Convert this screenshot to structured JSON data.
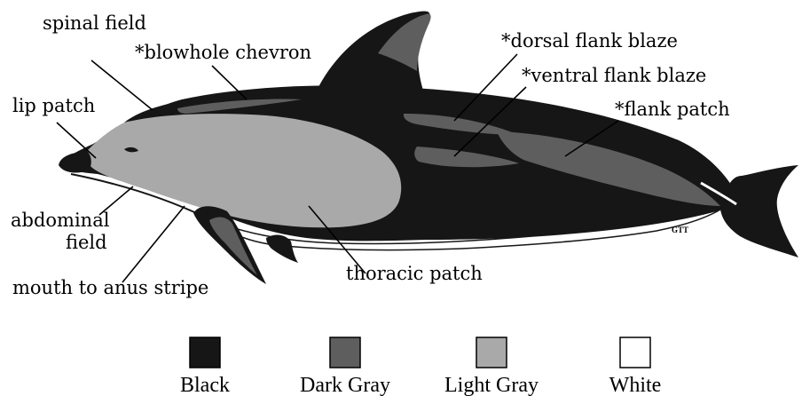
{
  "colors": {
    "black": "#161616",
    "dark_gray": "#5e5e5e",
    "light_gray": "#a9a9a9",
    "white": "#ffffff"
  },
  "labels": {
    "spinal_field": "spinal field",
    "blowhole_chevron": "*blowhole chevron",
    "lip_patch": "lip patch",
    "dorsal_flank_blaze": "*dorsal flank blaze",
    "ventral_flank_blaze": "*ventral flank blaze",
    "flank_patch": "*flank patch",
    "abdominal_field_line1": "abdominal",
    "abdominal_field_line2": "field",
    "mouth_to_anus_stripe": "mouth to anus stripe",
    "thoracic_patch": "thoracic patch",
    "artist_initials": "GTT"
  },
  "legend": [
    {
      "label": "Black",
      "color": "#161616"
    },
    {
      "label": "Dark Gray",
      "color": "#5e5e5e"
    },
    {
      "label": "Light Gray",
      "color": "#a9a9a9"
    },
    {
      "label": "White",
      "color": "#ffffff"
    }
  ]
}
